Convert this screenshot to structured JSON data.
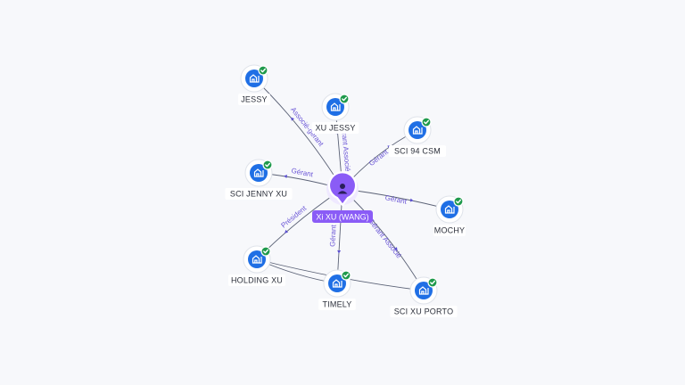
{
  "center": {
    "label": "Xi XU (WANG)",
    "icon": "person-icon"
  },
  "companies": [
    {
      "id": "jessy",
      "label": "JESSY",
      "icon": "building-icon",
      "verified": true
    },
    {
      "id": "xu-jessy",
      "label": "XU JESSY",
      "icon": "building-icon",
      "verified": true
    },
    {
      "id": "sci-94-csm",
      "label": "SCI 94 CSM",
      "icon": "building-icon",
      "verified": true
    },
    {
      "id": "sci-jenny-xu",
      "label": "SCI JENNY XU",
      "icon": "building-icon",
      "verified": true
    },
    {
      "id": "mochy",
      "label": "MOCHY",
      "icon": "building-icon",
      "verified": true
    },
    {
      "id": "holding-xu",
      "label": "HOLDING XU",
      "icon": "building-icon",
      "verified": true
    },
    {
      "id": "timely",
      "label": "TIMELY",
      "icon": "building-icon",
      "verified": true
    },
    {
      "id": "sci-xu-porto",
      "label": "SCI XU PORTO",
      "icon": "building-icon",
      "verified": true
    }
  ],
  "relations": [
    {
      "to": "jessy",
      "label": "Associé-gérant"
    },
    {
      "to": "xu-jessy",
      "label": "Gérant Associé"
    },
    {
      "to": "sci-94-csm",
      "label": "Gérant"
    },
    {
      "to": "sci-jenny-xu",
      "label": "Gérant"
    },
    {
      "to": "mochy",
      "label": "Gérant"
    },
    {
      "to": "holding-xu",
      "label": "Président"
    },
    {
      "to": "timely",
      "label": "Gérant"
    },
    {
      "to": "sci-xu-porto",
      "label": "Gérant Associé"
    }
  ],
  "links": [
    {
      "from": "holding-xu",
      "to": "timely"
    },
    {
      "from": "holding-xu",
      "to": "sci-xu-porto"
    }
  ],
  "colors": {
    "person": "#8a5cf6",
    "company": "#1f6fe5",
    "verified": "#1f9a4c",
    "edge": "#5b6276",
    "edge_label": "#6a55d6"
  }
}
